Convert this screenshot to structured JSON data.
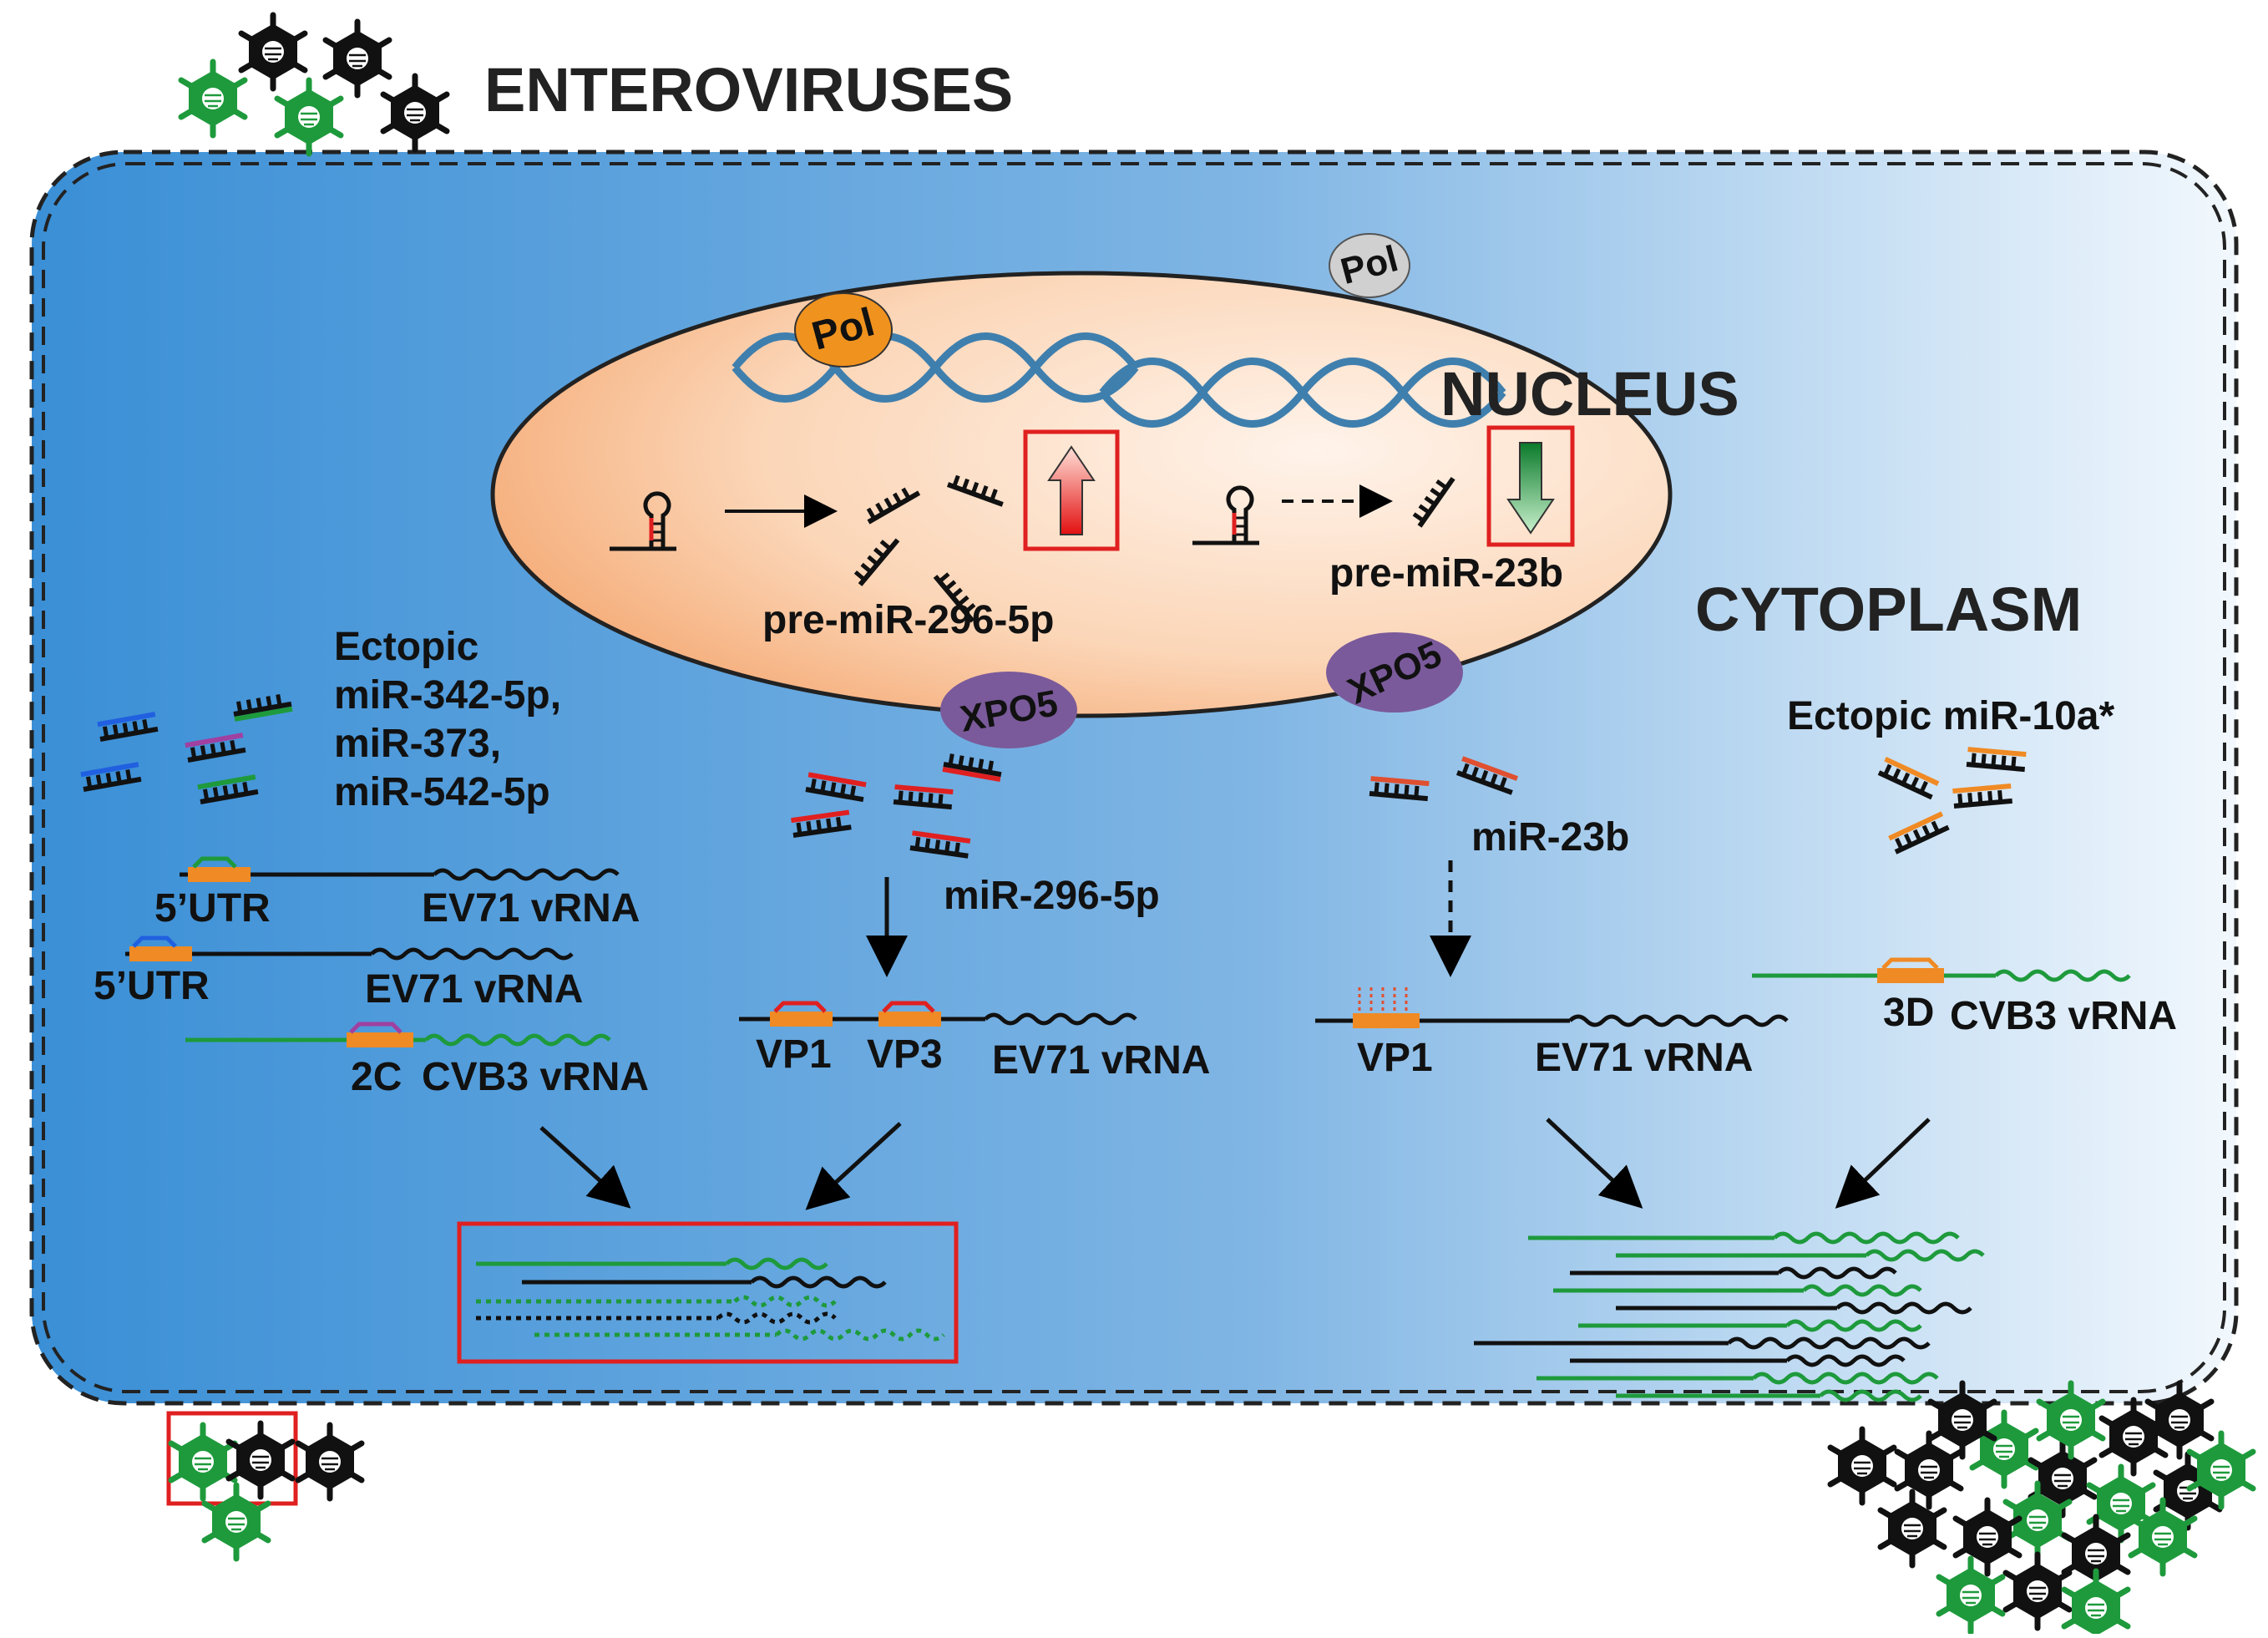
{
  "title": "ENTEROVIRUSES",
  "nucleus_label": "NUCLEUS",
  "cytoplasm_label": "CYTOPLASM",
  "pol_label": "Pol",
  "xpo5_label": "XPO5",
  "pre_mir_up": "pre-miR-296-5p",
  "pre_mir_down": "pre-miR-23b",
  "ectopic_left": {
    "line1": "Ectopic",
    "line2": "miR-342-5p,",
    "line3": "miR-373,",
    "line4": "miR-542-5p"
  },
  "ectopic_right": "Ectopic miR-10a*",
  "mir_296": "miR-296-5p",
  "mir_23b": "miR-23b",
  "utr_5": "5’UTR",
  "ev71_vrna": "EV71 vRNA",
  "cvb3_vrna": "CVB3 vRNA",
  "site_2c": "2C",
  "site_3d": "3D",
  "vp1": "VP1",
  "vp3": "VP3",
  "colors": {
    "cell_dark": "#3a8fd6",
    "cell_light": "#f2f8fd",
    "nucleus": "#f7b98a",
    "red": "#e02020",
    "green": "#1e9a3c",
    "orange": "#f08a24",
    "purple": "#7a5a9a",
    "dna": "#3f7fae",
    "blue_mir": "#2060e0"
  }
}
